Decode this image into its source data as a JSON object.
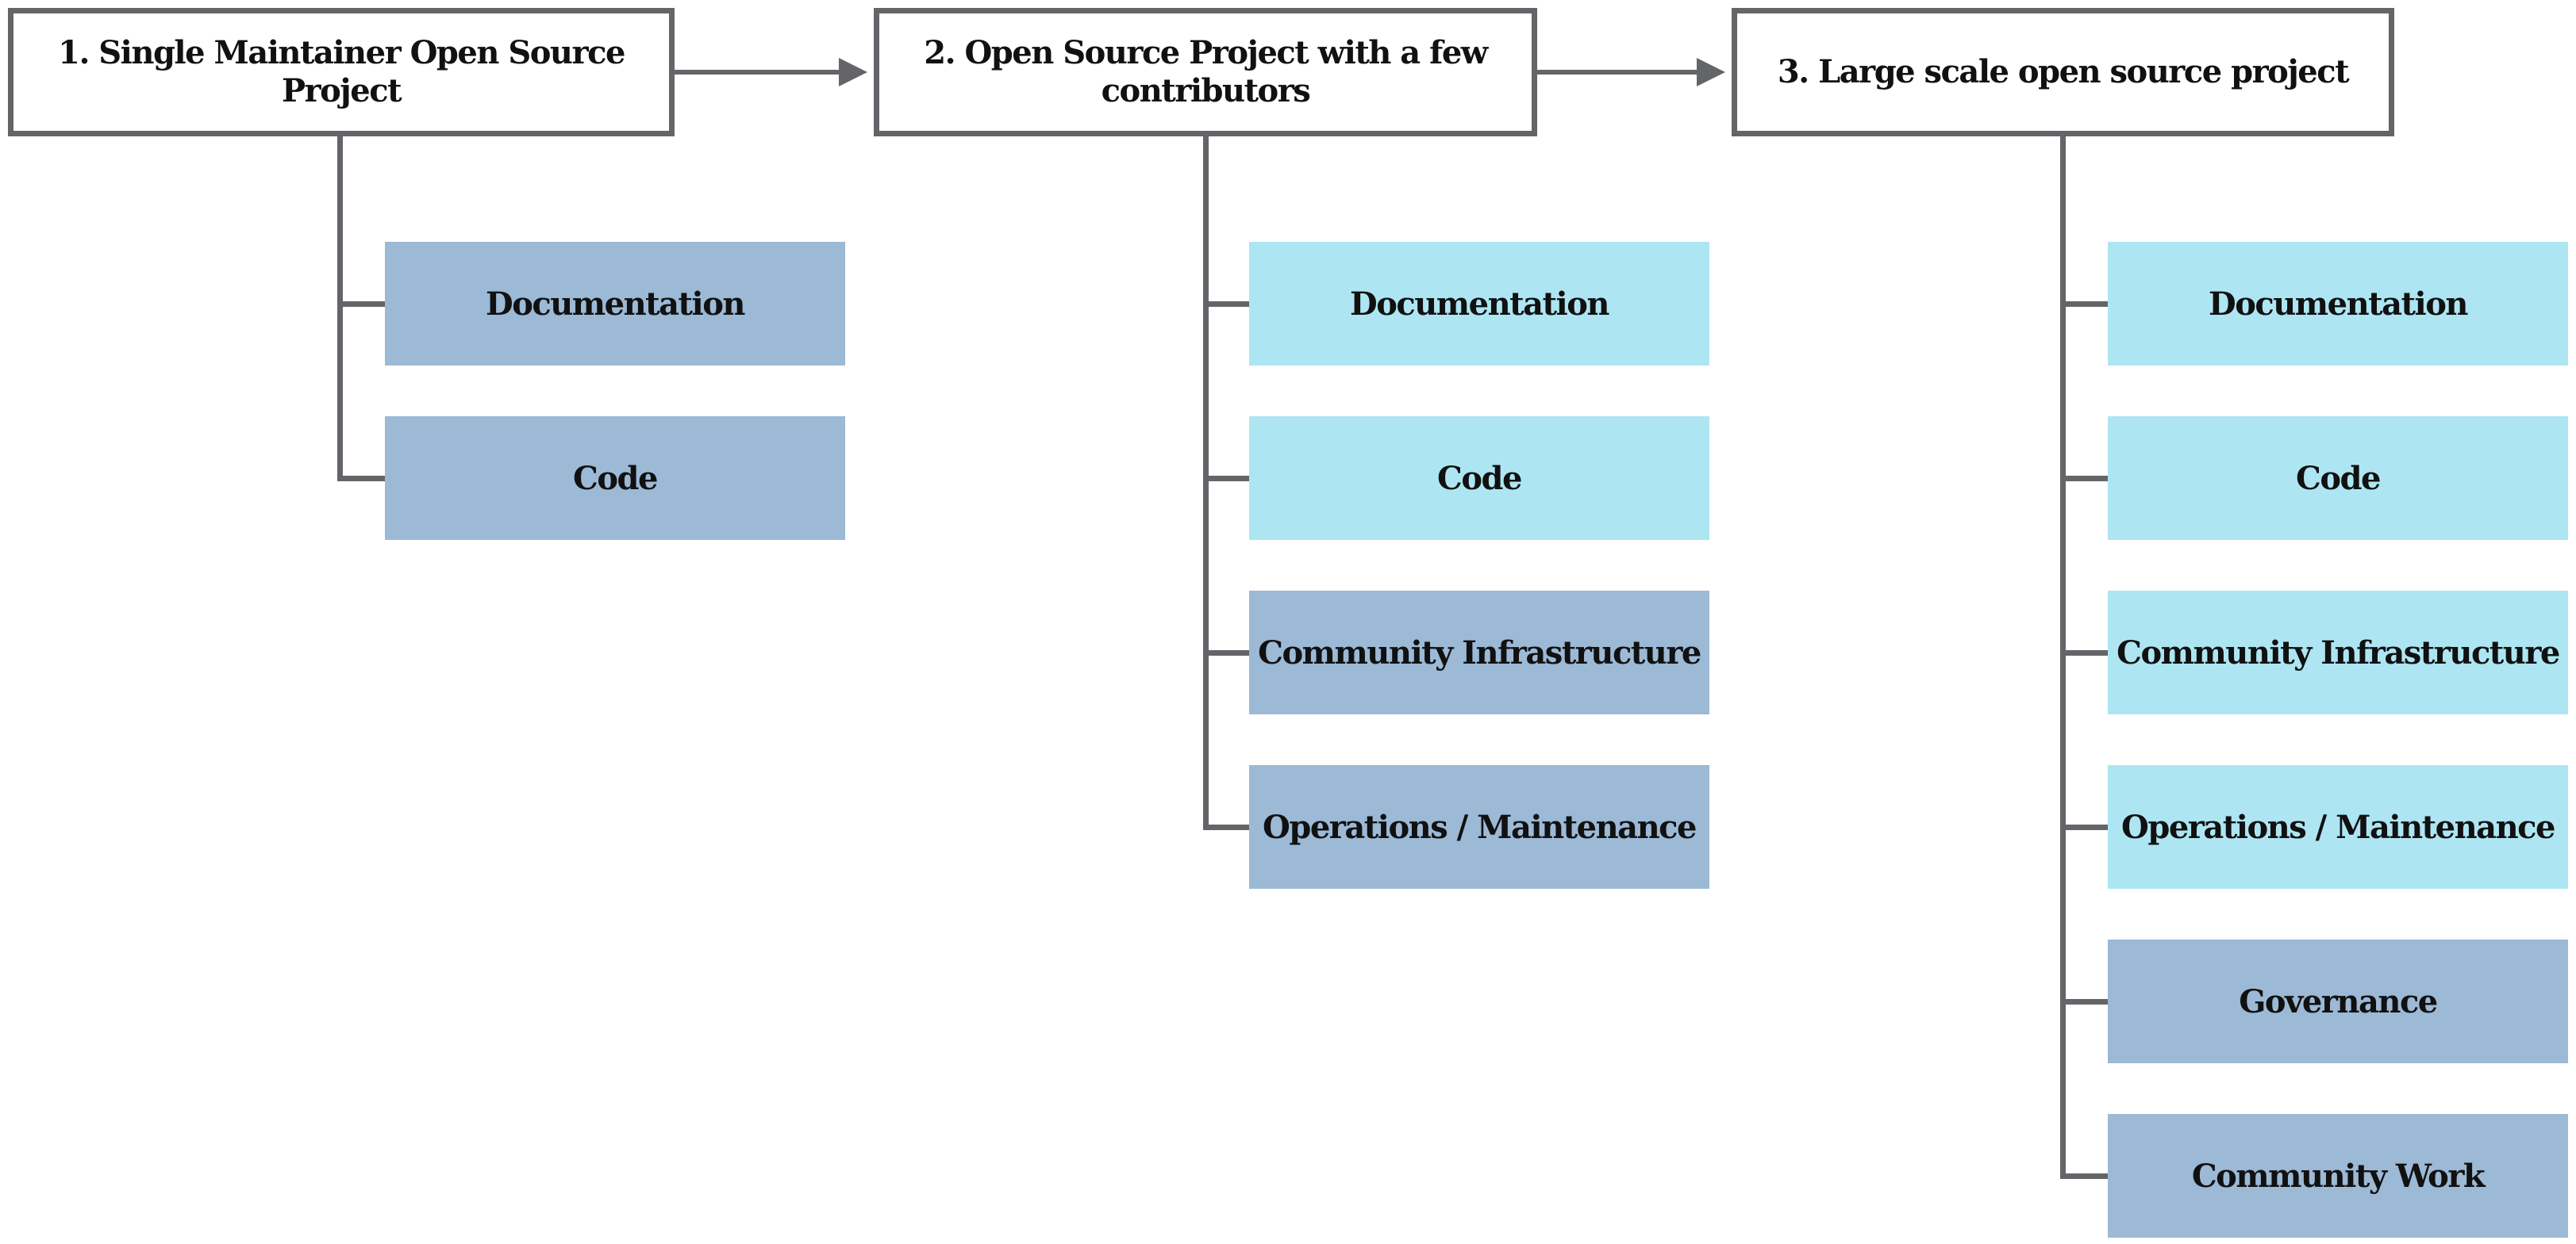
{
  "colors": {
    "connector": "#636569",
    "established_item": "#ade6f2",
    "new_item": "#9cb9d6"
  },
  "stages": [
    {
      "label": "1. Single Maintainer Open Source Project",
      "items": [
        {
          "label": "Documentation",
          "status": "new"
        },
        {
          "label": "Code",
          "status": "new"
        }
      ]
    },
    {
      "label": "2. Open Source Project with a few contributors",
      "items": [
        {
          "label": "Documentation",
          "status": "established"
        },
        {
          "label": "Code",
          "status": "established"
        },
        {
          "label": "Community Infrastructure",
          "status": "new"
        },
        {
          "label": "Operations / Maintenance",
          "status": "new"
        }
      ]
    },
    {
      "label": "3. Large scale open source project",
      "items": [
        {
          "label": "Documentation",
          "status": "established"
        },
        {
          "label": "Code",
          "status": "established"
        },
        {
          "label": "Community Infrastructure",
          "status": "established"
        },
        {
          "label": "Operations / Maintenance",
          "status": "established"
        },
        {
          "label": "Governance",
          "status": "new"
        },
        {
          "label": "Community Work",
          "status": "new"
        }
      ]
    }
  ]
}
